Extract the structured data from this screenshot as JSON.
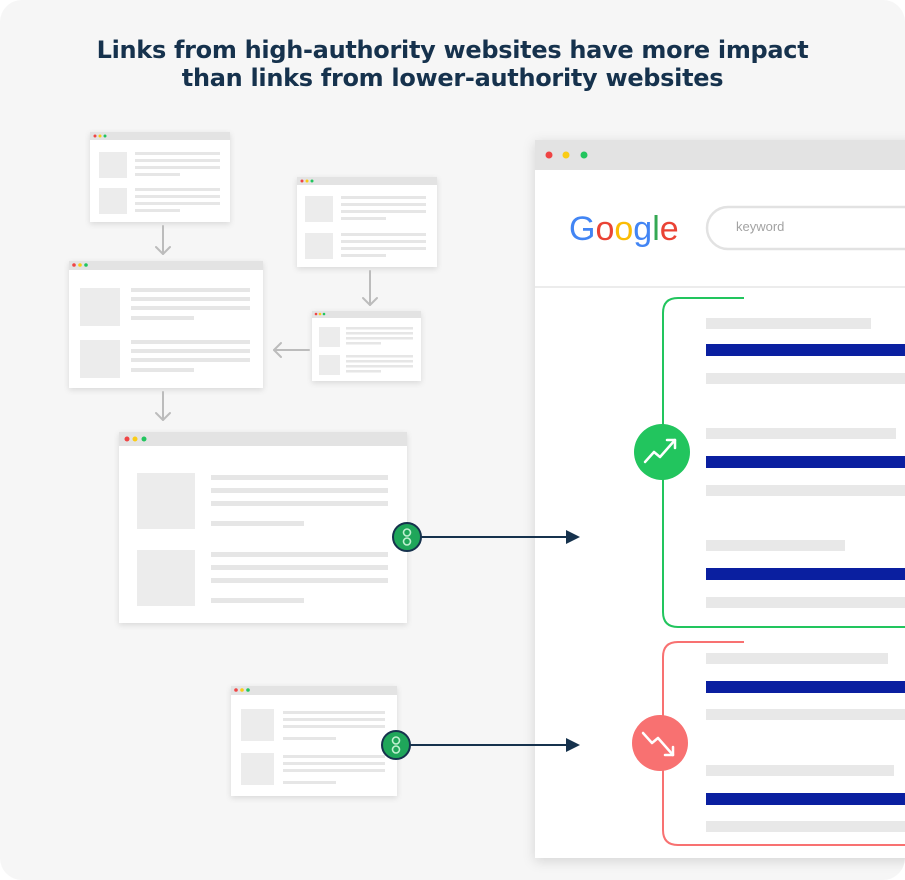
{
  "title": "Links from high-authority websites have more impact than links from lower-authority websites",
  "google": {
    "logo_letters": [
      {
        "char": "G",
        "color": "#4285F4"
      },
      {
        "char": "o",
        "color": "#EA4335"
      },
      {
        "char": "o",
        "color": "#FBBC05"
      },
      {
        "char": "g",
        "color": "#4285F4"
      },
      {
        "char": "l",
        "color": "#34A853"
      },
      {
        "char": "e",
        "color": "#EA4335"
      }
    ],
    "search_placeholder": "keyword"
  },
  "colors": {
    "title": "#16324d",
    "arrow": "#16324d",
    "positive": "#22c55e",
    "negative": "#f87171",
    "result_title": "#0a1fa0",
    "placeholder_line": "#e8e8e8",
    "link_badge": "#1fa65a"
  },
  "icons": {
    "up": "trending-up-icon",
    "down": "trending-down-icon",
    "link": "link-icon"
  }
}
